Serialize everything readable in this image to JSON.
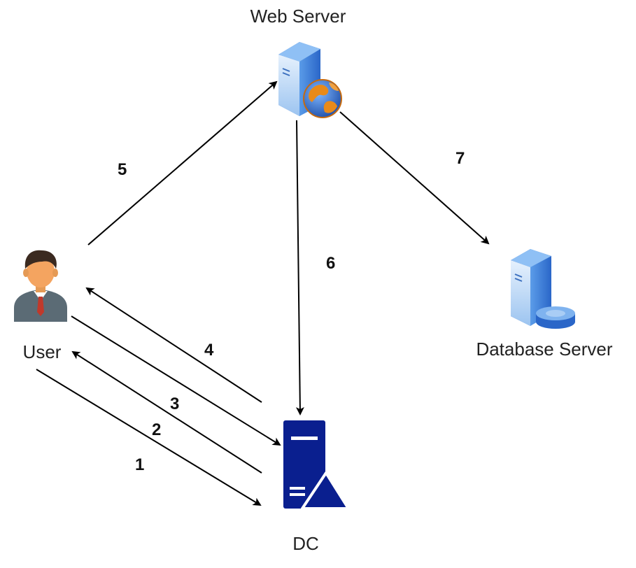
{
  "nodes": {
    "web_server": {
      "label": "Web Server",
      "icon": "web-server-icon"
    },
    "database_server": {
      "label": "Database Server",
      "icon": "database-server-icon"
    },
    "user": {
      "label": "User",
      "icon": "user-icon"
    },
    "dc": {
      "label": "DC",
      "icon": "domain-controller-icon"
    }
  },
  "steps": {
    "s1": "1",
    "s2": "2",
    "s3": "3",
    "s4": "4",
    "s5": "5",
    "s6": "6",
    "s7": "7"
  },
  "colors": {
    "edge": "#000000",
    "dc_navy": "#0a1f8f",
    "server_blue": "#3f7fd6",
    "server_light": "#cfe4fb",
    "globe_orange": "#e88a1a",
    "globe_blue": "#2f6fc0",
    "user_suit": "#5b6b75",
    "user_skin": "#f4a460",
    "user_hair": "#3b2a20",
    "user_tie": "#c0392b"
  }
}
